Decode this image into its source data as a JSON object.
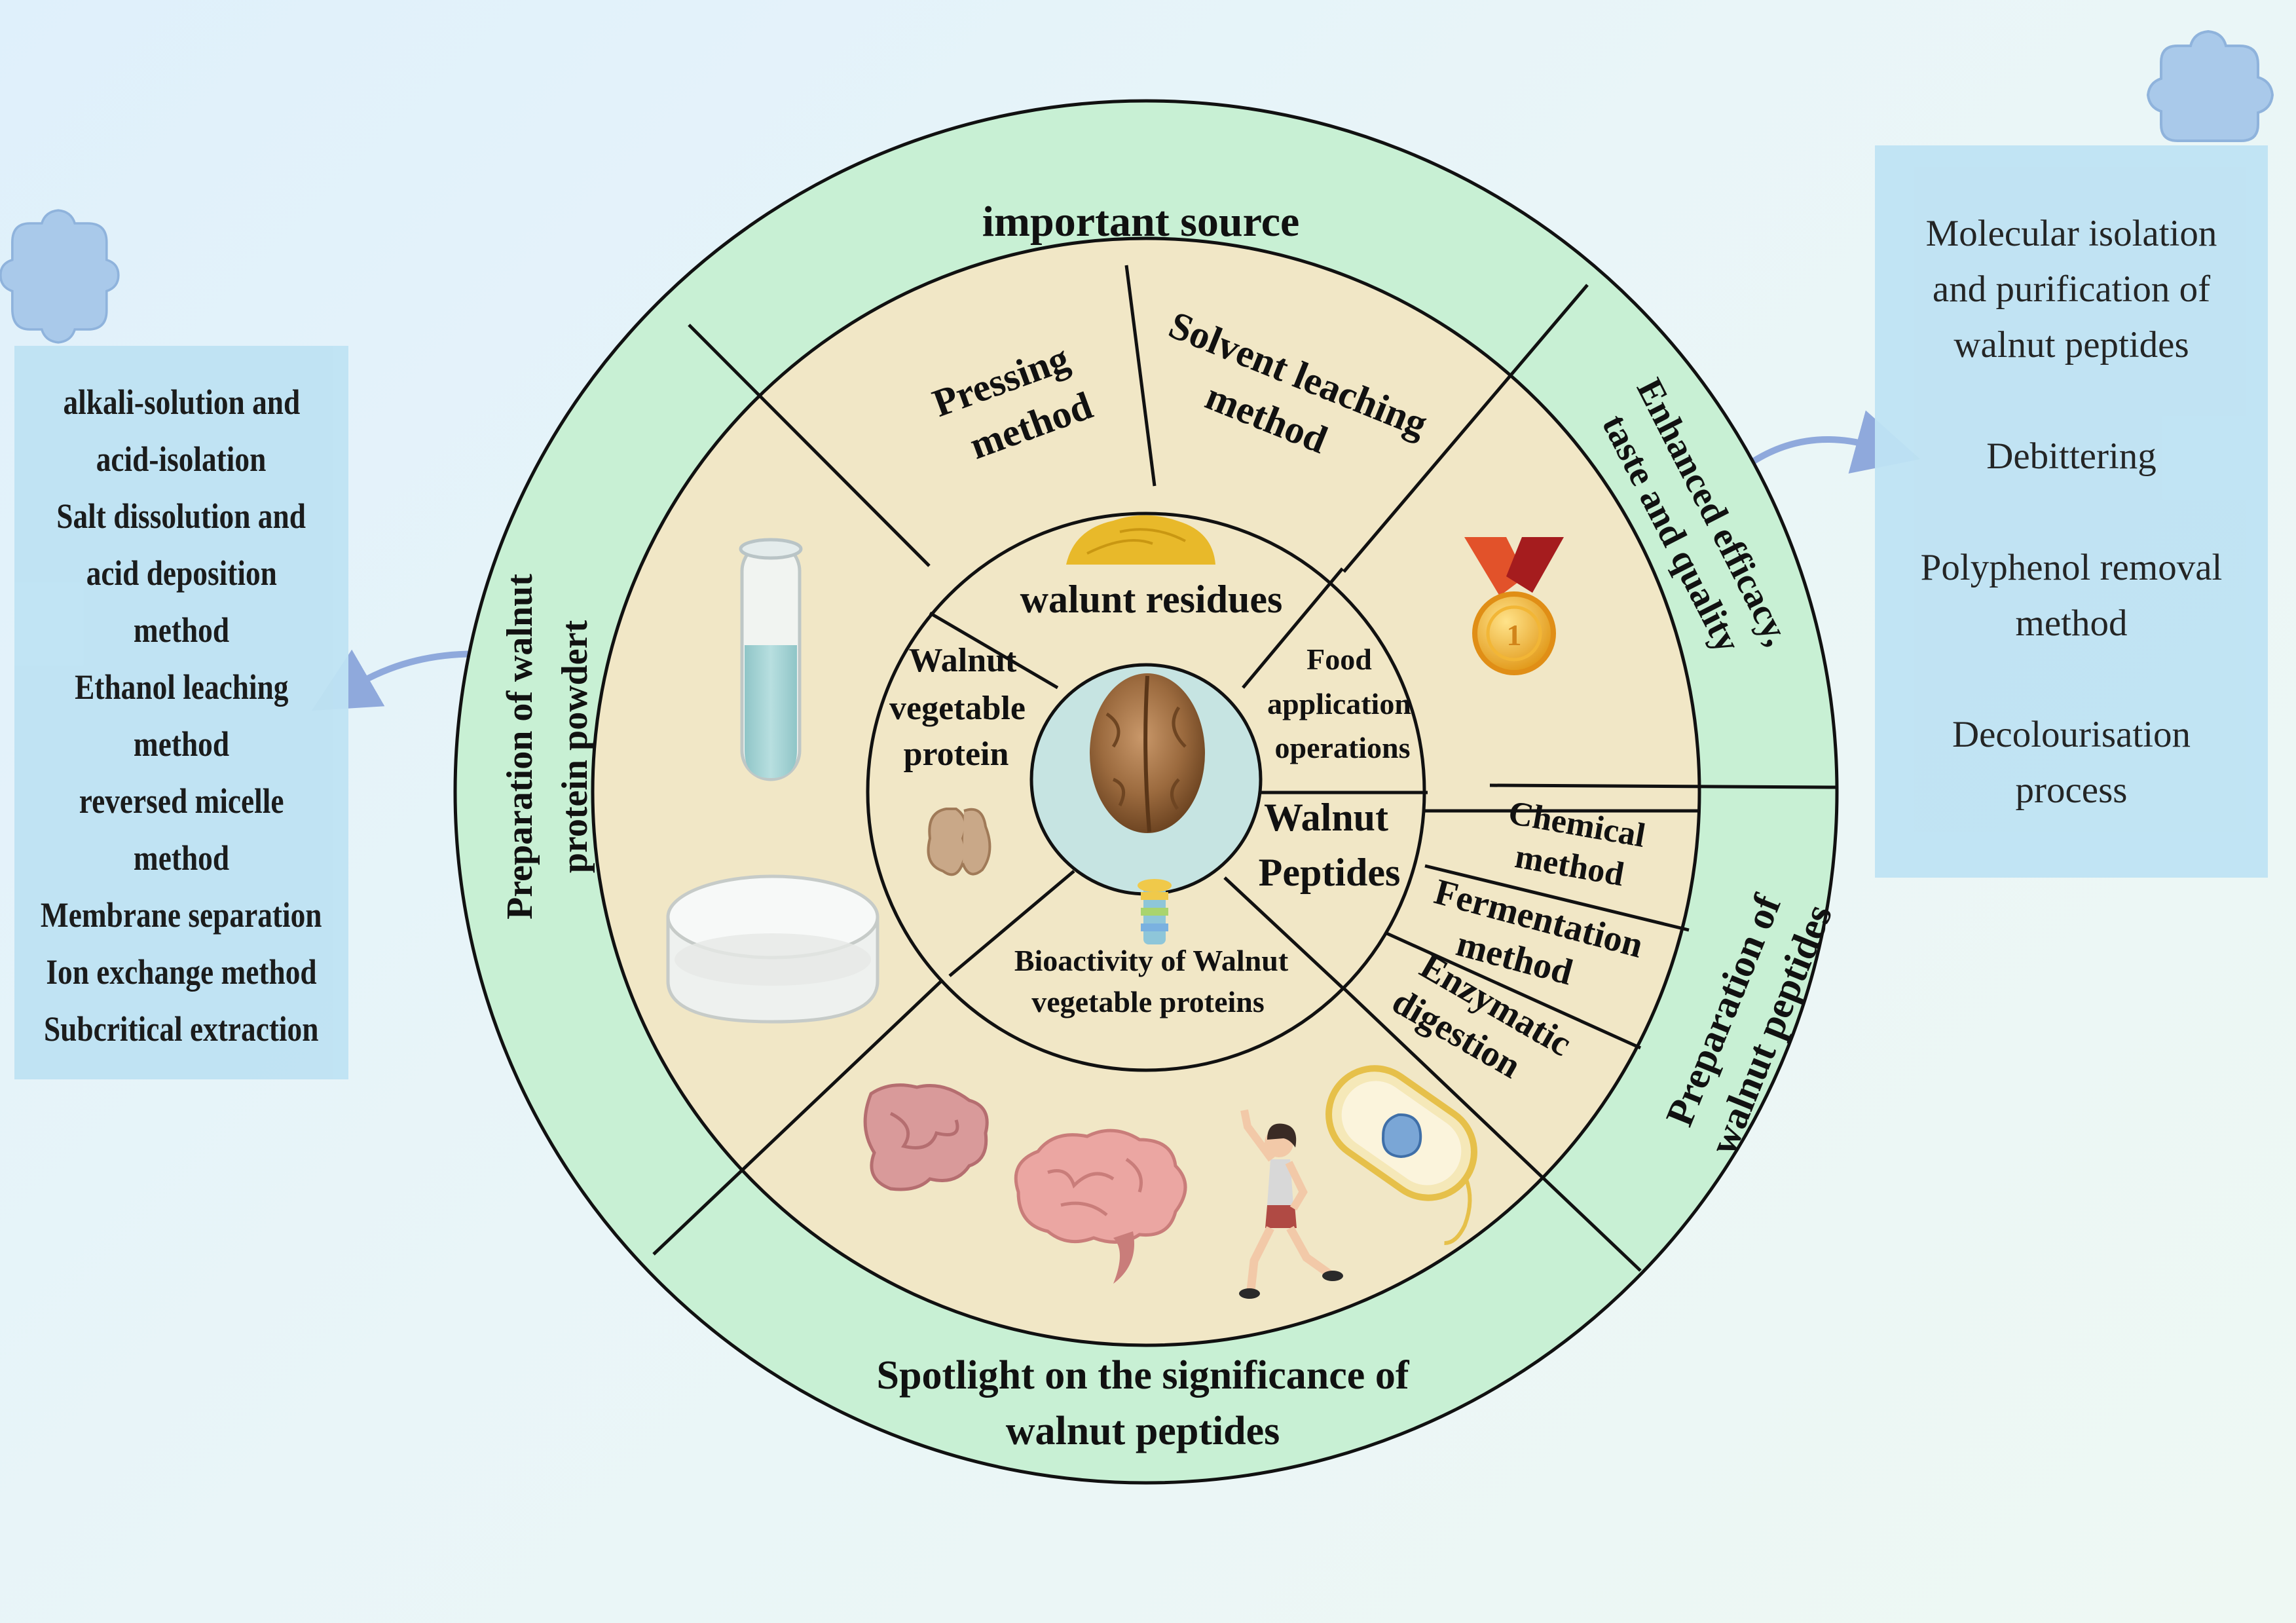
{
  "outer_ring": {
    "top": "important source",
    "left_line1": "Preparation of walnut",
    "left_line2": "protein powdert",
    "bottom_line1": "Spotlight on the significance of",
    "bottom_line2": "walnut peptides",
    "upper_right_line1": "Enhanced efficacy,",
    "upper_right_line2": "taste and quality",
    "lower_right_line1": "Preparation of",
    "lower_right_line2": "walnut peptides"
  },
  "middle_ring": {
    "pressing_line1": "Pressing",
    "pressing_line2": "method",
    "solvent_line1": "Solvent leaching",
    "solvent_line2": "method",
    "chemical_line1": "Chemical",
    "chemical_line2": "method",
    "fermentation_line1": "Fermentation",
    "fermentation_line2": "method",
    "enzymatic_line1": "Enzymatic",
    "enzymatic_line2": "digestion"
  },
  "inner_ring": {
    "residues": "walunt residues",
    "food_line1": "Food",
    "food_line2": "application",
    "food_line3": "operations",
    "peptides_line1": "Walnut",
    "peptides_line2": "Peptides",
    "bioactivity_line1": "Bioactivity of Walnut",
    "bioactivity_line2": "vegetable proteins",
    "vegetable_line1": "Walnut",
    "vegetable_line2": "vegetable",
    "vegetable_line3": "protein"
  },
  "left_panel": {
    "items": [
      "alkali-solution and",
      "acid-isolation",
      "Salt dissolution and",
      "acid deposition",
      "method",
      "Ethanol leaching",
      "method",
      "reversed micelle",
      "method",
      "Membrane separation",
      "Ion exchange method",
      "Subcritical extraction"
    ]
  },
  "right_panel": {
    "items": [
      "Molecular isolation\nand purification of\nwalnut peptides",
      "Debittering",
      "Polyphenol removal\nmethod",
      "Decolourisation\nprocess"
    ]
  },
  "colors": {
    "outer_ring": "#c8f0d4",
    "middle_ring": "#f1e7c6",
    "center": "#c6e4e2",
    "panel": "#bfe3f3",
    "arrow": "#8fa9dc",
    "puzzle": "#a9c9ea"
  },
  "icons": [
    "puzzle-icon",
    "test-tube-icon",
    "petri-dish-icon",
    "walnut-powder-icon",
    "walnut-kernel-icon",
    "walnut-icon",
    "medal-icon",
    "peptide-icon",
    "intestine-icon",
    "brain-icon",
    "exercising-woman-icon",
    "bacterium-icon",
    "arrow-icon"
  ]
}
